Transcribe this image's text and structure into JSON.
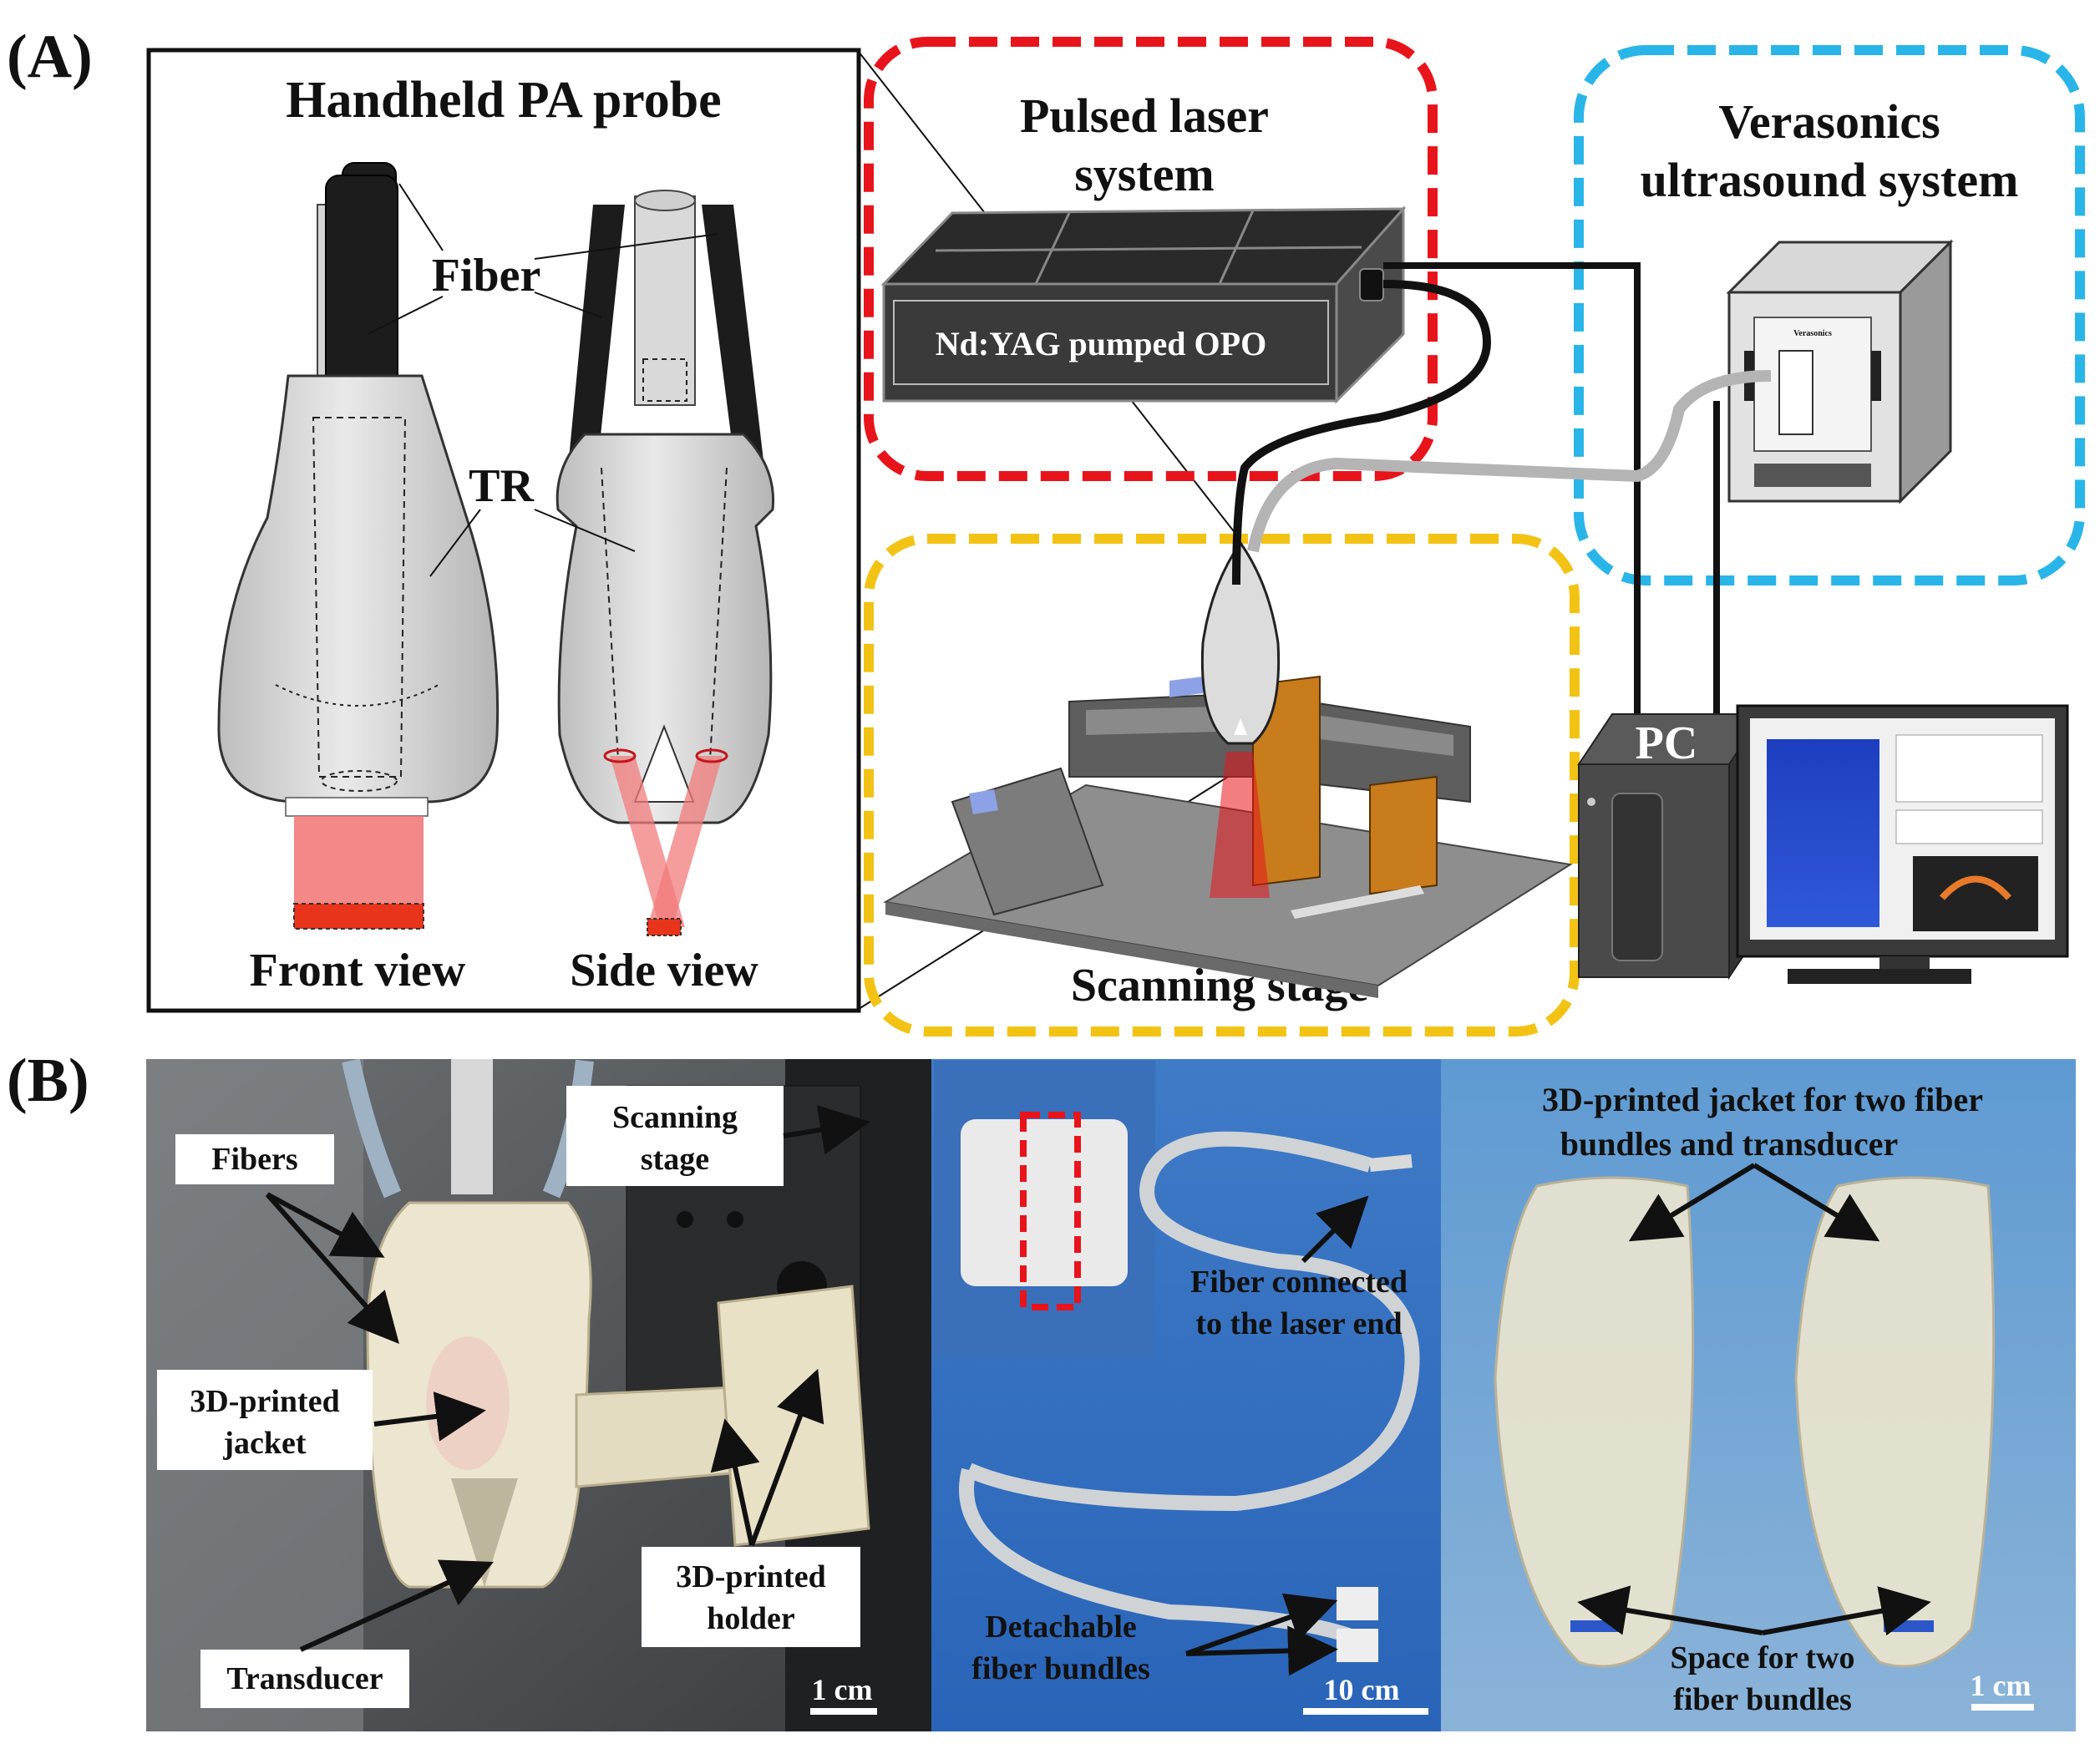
{
  "panel_a": {
    "label": "(A)",
    "probe_title": "Handheld PA probe",
    "fiber": "Fiber",
    "tr": "TR",
    "front_view": "Front view",
    "side_view": "Side view",
    "laser_title_1": "Pulsed laser",
    "laser_title_2": "system",
    "laser_box_label": "Nd:YAG  pumped  OPO",
    "us_title_1": "Verasonics",
    "us_title_2": "ultrasound system",
    "us_device_label": "Verasonics",
    "stage_title": "Scanning stage",
    "pc": "PC",
    "colors": {
      "laser": "#e8141b",
      "ultrasound": "#29b5e8",
      "stage": "#f2c315",
      "beam": "#f27b7b"
    }
  },
  "panel_b": {
    "label": "(B)",
    "photo1": {
      "fibers": "Fibers",
      "scanning_1": "Scanning",
      "scanning_2": "stage",
      "jacket_1": "3D-printed",
      "jacket_2": "jacket",
      "holder_1": "3D-printed",
      "holder_2": "holder",
      "transducer": "Transducer",
      "scale": "1 cm"
    },
    "photo2": {
      "fiber_conn_1": "Fiber connected",
      "fiber_conn_2": "to the laser end",
      "detach_1": "Detachable",
      "detach_2": "fiber bundles",
      "scale": "10 cm"
    },
    "photo3": {
      "title_1": "3D-printed jacket for two fiber",
      "title_2": "bundles and transducer",
      "space_1": "Space for two",
      "space_2": "fiber bundles",
      "scale": "1 cm"
    }
  }
}
